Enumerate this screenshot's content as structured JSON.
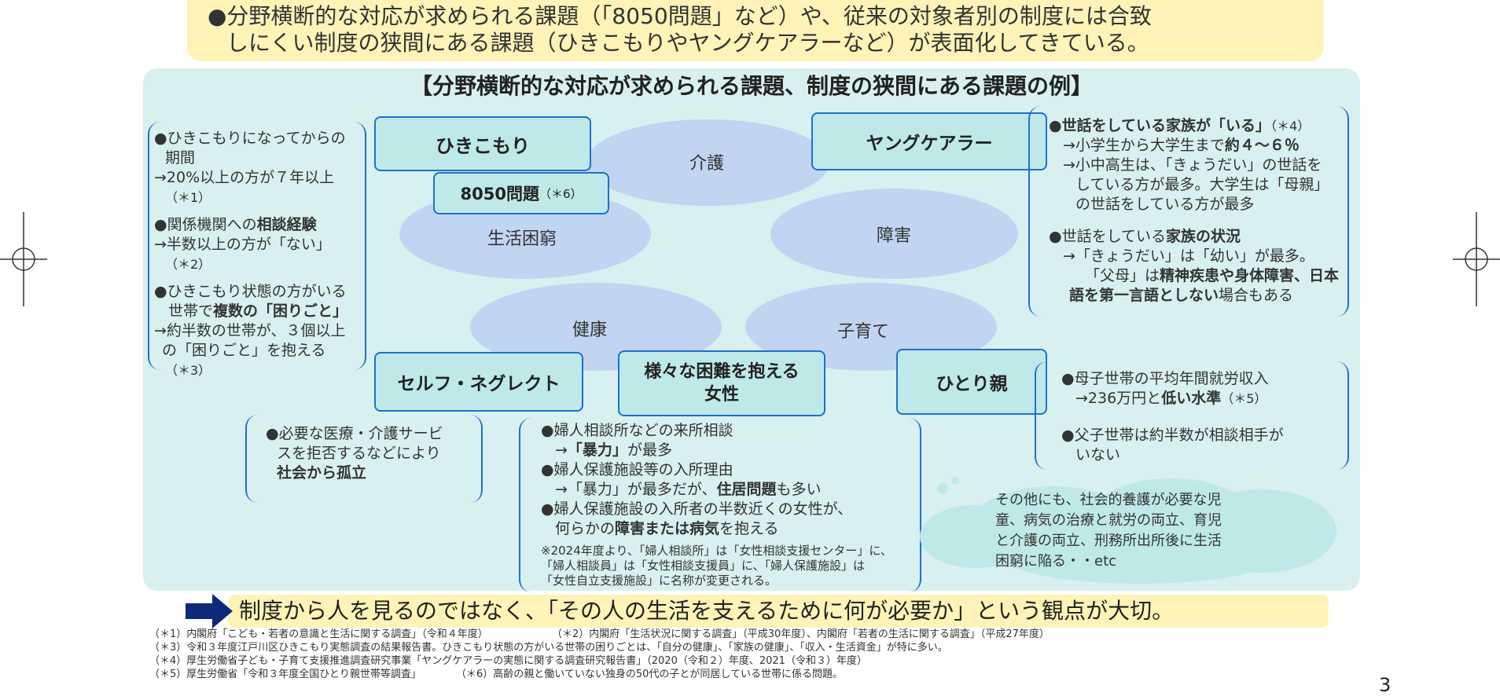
{
  "top_banner": {
    "line1": "●分野横断的な対応が求められる課題（「8050問題」など）や、従来の対象者別の制度には合致",
    "line2": "しにくい制度の狭間にある課題（ひきこもりやヤングケアラーなど）が表面化してきている。"
  },
  "panel_title": "【分野横断的な対応が求められる課題、制度の狭間にある課題の例】",
  "ellipses": {
    "kaigo": "介護",
    "seikatsu": "生活困窮",
    "shogai": "障害",
    "kenko": "健康",
    "kosodate": "子育て"
  },
  "boxes": {
    "hikikomori": "ひきこもり",
    "p8050": "8050問題",
    "p8050_note": "（＊6）",
    "young_carer": "ヤングケアラー",
    "self_neglect": "セルフ・ネグレクト",
    "women_l1": "様々な困難を抱える",
    "women_l2": "女性",
    "single_parent": "ひとり親"
  },
  "left_block": {
    "a1": "●ひきこもりになってからの",
    "a2": "期間",
    "a3": "→20%以上の方が７年以上",
    "a4": "（＊1）",
    "b1": "●関係機関への",
    "b1b": "相談経験",
    "b2": "→半数以上の方が「ない」",
    "b3": "（＊2）",
    "c1": "●ひきこもり状態の方がいる",
    "c2": "世帯で",
    "c2b": "複数の「困りごと」",
    "c3": "→約半数の世帯が、３個以上",
    "c4": "の「困りごと」を抱える",
    "c5": "（＊3）"
  },
  "right_block": {
    "a1b": "●世話をしている家族が「いる」",
    "a1n": "（＊4）",
    "a2": "→小学生から大学生まで",
    "a2b": "約４～６％",
    "a3": "→小中高生は、「きょうだい」の世話を",
    "a4": "している方が最多。大学生は「母親」",
    "a5": "の世話をしている方が最多",
    "b1": "●世話をしている",
    "b1b": "家族の状況",
    "b2": "→「きょうだい」は「幼い」が最多。",
    "b3": "「父母」は",
    "b3b": "精神疾患や身体障害、日本",
    "b4b": "語を第一言語としない",
    "b4": "場合もある"
  },
  "single_block": {
    "a1": "●母子世帯の平均年間就労収入",
    "a2": "→236万円と",
    "a2b": "低い水準",
    "a2n": "（＊5）",
    "b1": "●父子世帯は約半数が相談相手が",
    "b2": "いない"
  },
  "neglect_block": {
    "l1": "●必要な医療・介護サービ",
    "l2": "スを拒否するなどにより",
    "l3b": "社会から孤立"
  },
  "women_block": {
    "a1": "●婦人相談所などの来所相談",
    "a2": "→",
    "a2b": "「暴力」",
    "a2c": "が最多",
    "b1": "●婦人保護施設等の入所理由",
    "b2": "→「暴力」が最多だが、",
    "b2b": "住居問題",
    "b2c": "も多い",
    "c1": "●婦人保護施設の入所者の半数近くの女性が、",
    "c2": "何らかの",
    "c2b": "障害または病気",
    "c2c": "を抱える",
    "n1": "※2024年度より、「婦人相談所」は「女性相談支援センター」に、",
    "n2": "「婦人相談員」は「女性相談支援員」に、「婦人保護施設」は",
    "n3": "「女性自立支援施設」に名称が変更される。"
  },
  "cloud": {
    "l1": "その他にも、社会的養護が必要な児",
    "l2": "童、病気の治療と就労の両立、育児",
    "l3": "と介護の両立、刑務所出所後に生活",
    "l4": "困窮に陥る・・etc"
  },
  "bottom_banner": "制度から人を見るのではなく、「その人の生活を支えるために何が必要か」という観点が大切。",
  "footnotes": {
    "f1": "（＊1）内閣府「こども・若者の意識と生活に関する調査」（令和４年度）",
    "f2": "（＊2）内閣府「生活状況に関する調査」（平成30年度）、内閣府「若者の生活に関する調査」（平成27年度）",
    "f3": "（＊3）令和３年度江戸川区ひきこもり実態調査の結果報告書。ひきこもり状態の方がいる世帯の困りごとは、「自分の健康」、「家族の健康」、「収入・生活資金」が特に多い。",
    "f4": "（＊4）厚生労働省子ども・子育て支援推進調査研究事業「ヤングケアラーの実態に関する調査研究報告書」（2020（令和２）年度、2021（令和３）年度）",
    "f5": "（＊5）厚生労働省「令和３年度全国ひとり親世帯等調査」",
    "f6": "（＊6）高齢の親と働いていない独身の50代の子とが同居している世帯に係る問題。"
  },
  "page_number": "3",
  "colors": {
    "banner": "#fff3b8",
    "panel": "#d8f0ef",
    "box_fill": "#bfe8e8",
    "box_border": "#1f6fd1",
    "ellipse": "#bfd0f2",
    "arrow": "#0d2a7a"
  }
}
